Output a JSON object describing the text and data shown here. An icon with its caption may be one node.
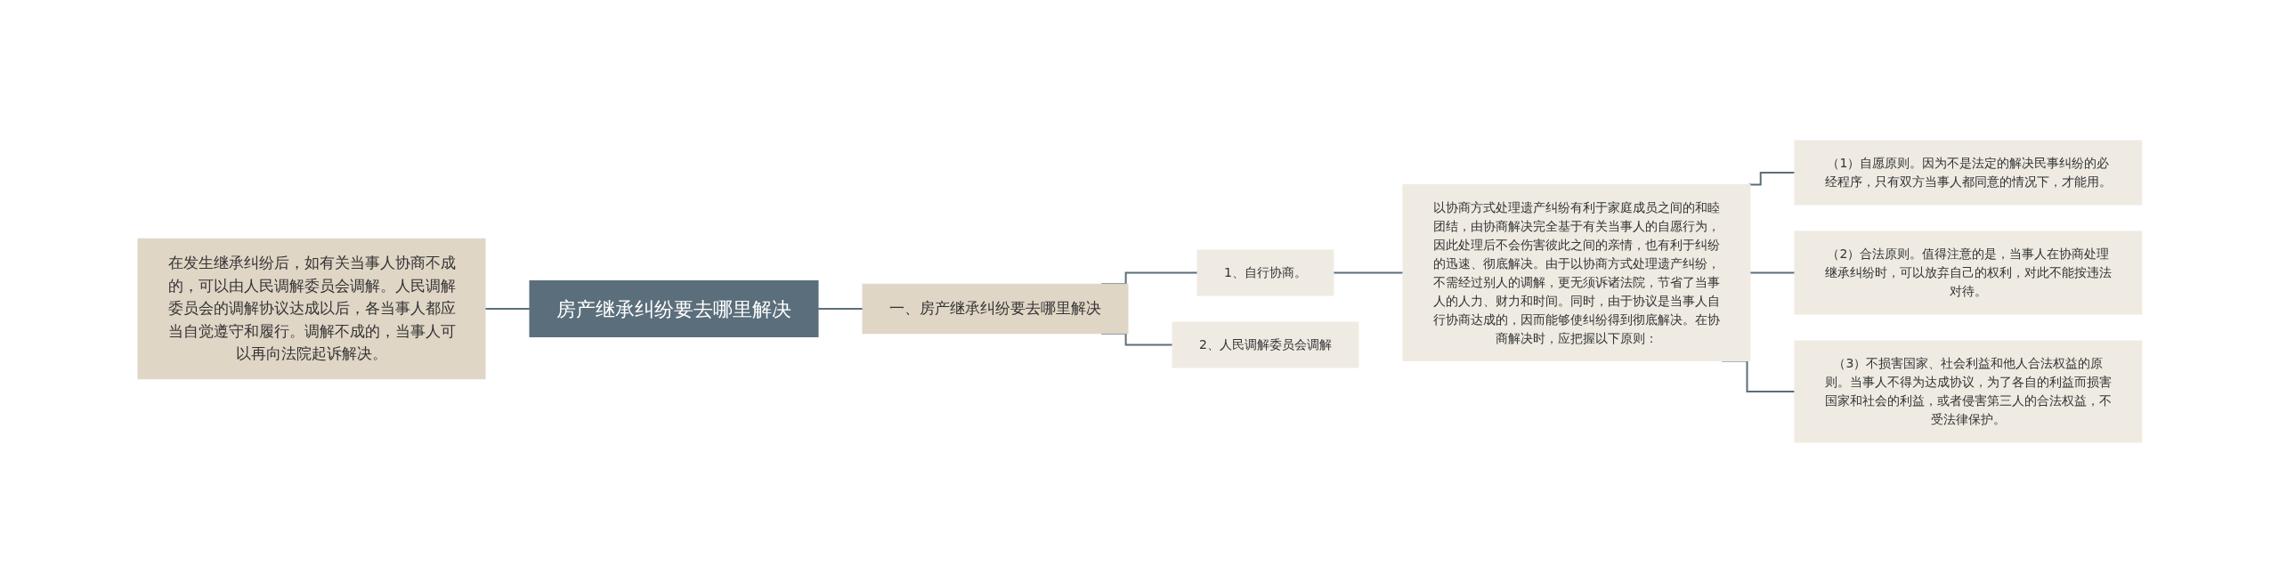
{
  "diagram": {
    "nodes": [
      {
        "text": [
          "房产继承纠纷要去哪里解决"
        ]
      },
      {
        "text": [
          "在发生继承纠纷后，如有关当事人协商不成的，可以由人民调解委员会调解。人民调解委员会的调解协议达成以后，各当事人都应当自觉遵守和履行。调解不成的，当事人可以再向法院起诉解决。"
        ]
      },
      {
        "text": [
          "一、房产继承纠纷要去哪里解决"
        ]
      },
      {
        "text": [
          "1、自行协商。"
        ]
      },
      {
        "text": [
          "以协商方式处理遗产纠纷有利于家庭成员之间的和睦团结，由协商解决完全基于有关当事人的自愿行为，因此处理后不会伤害彼此之间的亲情，也有利于纠纷的迅速、彻底解决。由于以协商方式处理遗产纠纷，不需经过别人的调解，更无须诉诸法院，节省了当事人的人力、财力和时间。同时，由于协议是当事人自行协商达成的，因而能够使纠纷得到彻底解决。在协商解决时，应把握以下原则："
        ]
      },
      {
        "text": [
          "（1）自愿原则。因为不是法定的解决民事纠纷的必经程序，只有双方当事人都同意的情况下，才能用。"
        ]
      },
      {
        "text": [
          "（2）合法原则。值得注意的是，当事人在协商处理继承纠纷时，可以放弃自己的权利，对此不能按违法对待。"
        ]
      },
      {
        "text": [
          "（3）不损害国家、社会利益和他人合法权益的原则。当事人不得为达成协议，为了各自的利益而损害国家和社会的利益，或者侵害第三人的合法权益，不受法律保护。"
        ]
      },
      {
        "text": [
          "2、人民调解委员会调解"
        ]
      }
    ],
    "edges": [
      {
        "from": 1,
        "to": 0,
        "arrow": "none"
      },
      {
        "from": 0,
        "to": 2,
        "arrow": "none"
      },
      {
        "from": 2,
        "to": 3,
        "arrow": "none"
      },
      {
        "from": 2,
        "to": 8,
        "arrow": "none"
      },
      {
        "from": 3,
        "to": 4,
        "arrow": "none"
      },
      {
        "from": 4,
        "to": 5,
        "arrow": "none"
      },
      {
        "from": 4,
        "to": 6,
        "arrow": "none"
      },
      {
        "from": 4,
        "to": 7,
        "arrow": "none"
      }
    ]
  }
}
